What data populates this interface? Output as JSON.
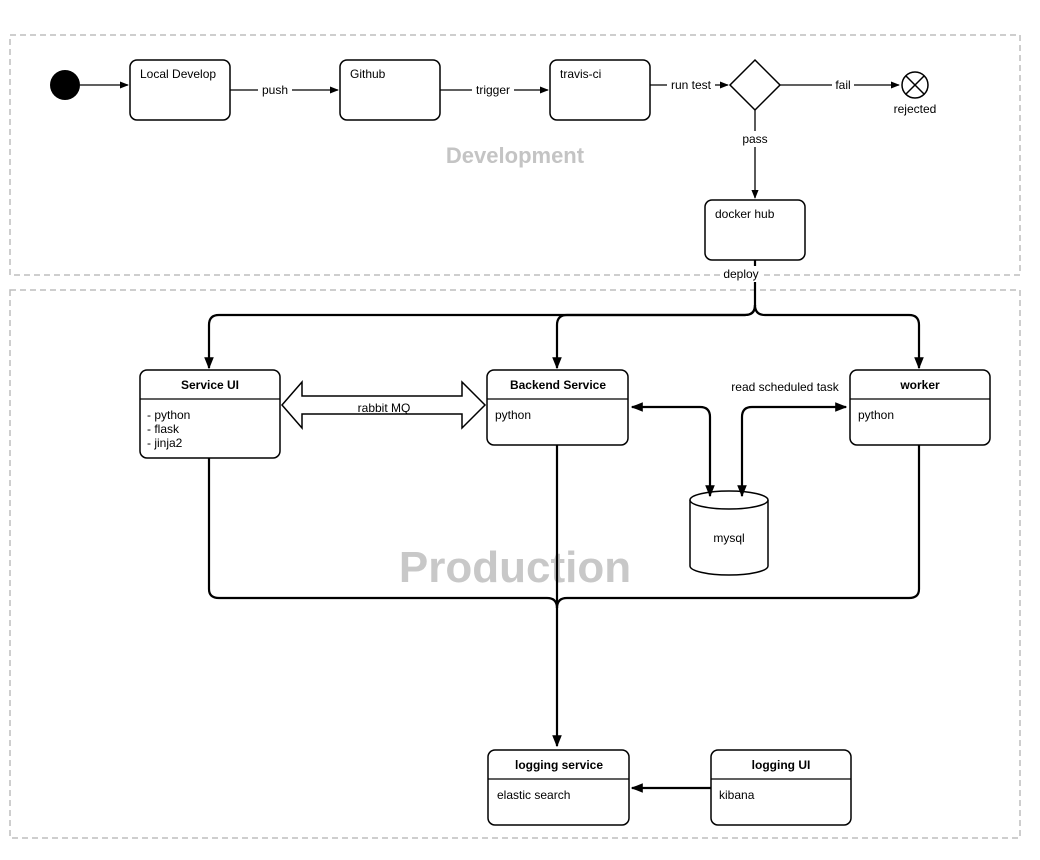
{
  "sections": {
    "development": "Development",
    "production": "Production"
  },
  "nodes": {
    "local_develop": "Local Develop",
    "github": "Github",
    "travis": "travis-ci",
    "rejected": "rejected",
    "docker_hub": "docker hub",
    "mysql": "mysql",
    "service_ui": {
      "title": "Service UI",
      "lines": [
        "- python",
        "- flask",
        "- jinja2"
      ]
    },
    "backend": {
      "title": "Backend Service",
      "lines": [
        "python"
      ]
    },
    "worker": {
      "title": "worker",
      "lines": [
        "python"
      ]
    },
    "logging_service": {
      "title": "logging service",
      "lines": [
        "elastic search"
      ]
    },
    "logging_ui": {
      "title": "logging UI",
      "lines": [
        "kibana"
      ]
    }
  },
  "edges": {
    "push": "push",
    "trigger": "trigger",
    "run_test": "run test",
    "fail": "fail",
    "pass": "pass",
    "deploy": "deploy",
    "rabbit_mq": "rabbit MQ",
    "read_scheduled_task": "read scheduled task"
  },
  "colors": {
    "frame": "#bdbdbd",
    "section_text": "#c4c4c4",
    "stroke": "#000000",
    "fill": "#ffffff"
  }
}
